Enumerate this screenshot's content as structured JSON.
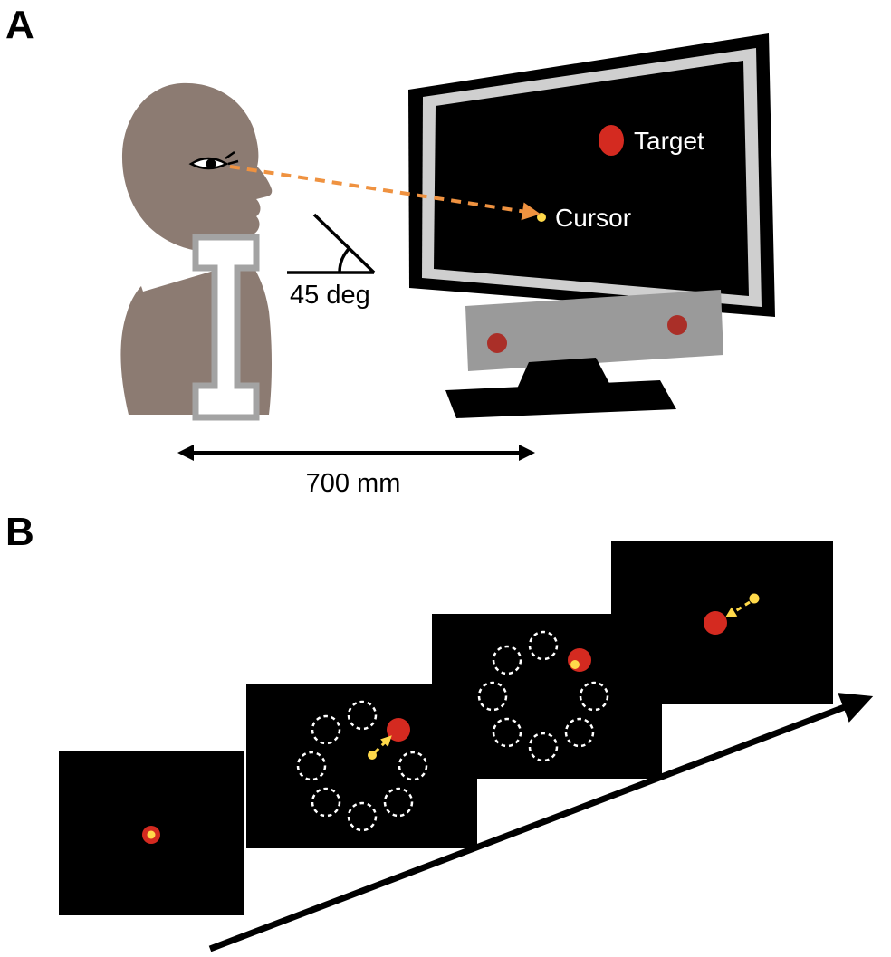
{
  "panel_a": {
    "label": "A",
    "target_label": "Target",
    "cursor_label": "Cursor",
    "angle_label": "45 deg",
    "distance_label": "700 mm"
  },
  "panel_b": {
    "label": "B",
    "frame_count": 4,
    "ring_placeholder_count": 8,
    "target_ring_position": "upper-right"
  },
  "colors": {
    "background": "#ffffff",
    "screen_black": "#000000",
    "target_red": "#d42a20",
    "cursor_yellow": "#ffd94a",
    "gaze_orange": "#ef9240",
    "body_taupe": "#8c7b72",
    "bezel_gray": "#cfcfcf",
    "sensor_bar_gray": "#9a9a9a",
    "sensor_led_red": "#aa2f28",
    "placeholder_dash_white": "#ffffff",
    "chinrest_gray": "#a3a3a3"
  }
}
